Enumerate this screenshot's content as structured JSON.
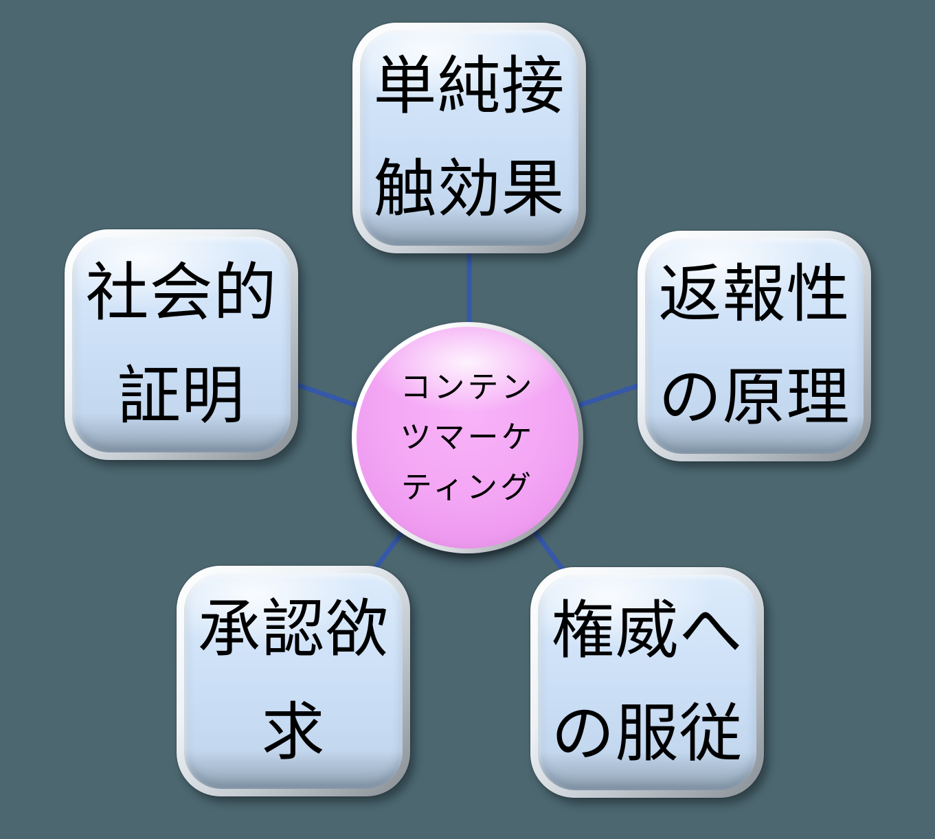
{
  "colors": {
    "background": "#4c6770",
    "connector": "#3558a8",
    "node_fill": "#cbdff6",
    "node_text": "#000000",
    "center_fill": "#f3a5f4",
    "center_text": "#000000"
  },
  "center": {
    "label": "コンテンツマーケティング",
    "line1": "コンテン",
    "line2": "ツマーケ",
    "line3": "ティング"
  },
  "nodes": {
    "top": {
      "label": "単純接触効果",
      "line1": "単純接",
      "line2": "触効果"
    },
    "left": {
      "label": "社会的証明",
      "line1": "社会的",
      "line2": "証明"
    },
    "right": {
      "label": "返報性の原理",
      "line1": "返報性",
      "line2": "の原理"
    },
    "bottom_left": {
      "label": "承認欲求",
      "line1": "承認欲",
      "line2": "求"
    },
    "bottom_right": {
      "label": "権威への服従",
      "line1": "権威へ",
      "line2": "の服従"
    }
  }
}
